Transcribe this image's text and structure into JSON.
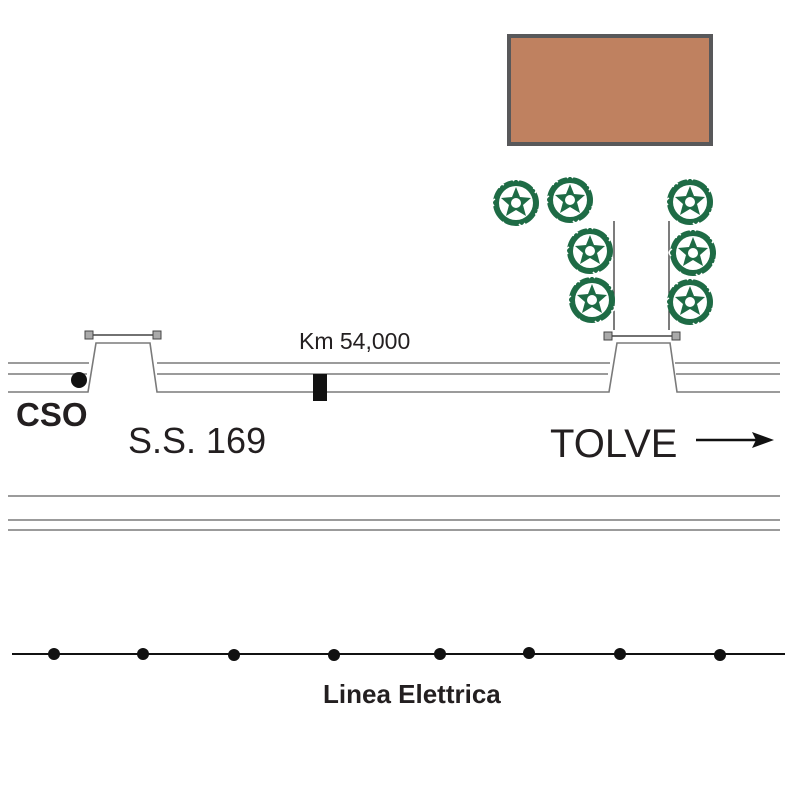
{
  "labels": {
    "cso": "CSO",
    "road": "S.S. 169",
    "km_marker": "Km 54,000",
    "direction": "TOLVE",
    "power_line": "Linea Elettrica"
  },
  "colors": {
    "building": "#bf8160",
    "building_stroke": "#58585a",
    "tree_green": "#1e6b45",
    "road_line": "#7a7a7a",
    "ink": "#231f20"
  }
}
